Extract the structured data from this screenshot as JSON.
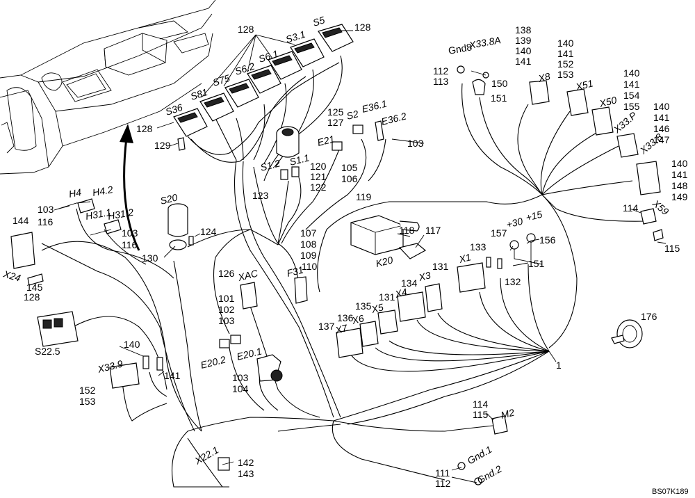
{
  "drawing_code": "BS07K189",
  "labels": {
    "l_128_top": "128",
    "l_s5": "S5",
    "l_s31": "S3.1",
    "l_s62": "S6.2",
    "l_s61": "S6.1",
    "l_s75": "S75",
    "l_s81": "S81",
    "l_s36": "S36",
    "l_128_s5": "128",
    "l_128_left": "128",
    "l_129": "129",
    "l_125": "125",
    "l_127": "127",
    "l_s2": "S2",
    "l_e361": "E36.1",
    "l_e362": "E36.2",
    "l_103_e": "103",
    "l_e21": "E21",
    "l_105": "105",
    "l_106": "106",
    "l_s12": "S1.2",
    "l_s11": "S1.1",
    "l_120": "120",
    "l_121": "121",
    "l_122": "122",
    "l_123": "123",
    "l_gnd8": "Gnd8",
    "l_x338a": "X33.8A",
    "l_112_t": "112",
    "l_113_t": "113",
    "l_150": "150",
    "l_151_t": "151",
    "l_138": "138",
    "l_139": "139",
    "l_140_a": "140",
    "l_141_a": "141",
    "l_x8": "X8",
    "l_140_b": "140",
    "l_141_b": "141",
    "l_152_b": "152",
    "l_153_b": "153",
    "l_x51": "X51",
    "l_140_c": "140",
    "l_141_c": "141",
    "l_154": "154",
    "l_155": "155",
    "l_x50": "X50",
    "l_140_d": "140",
    "l_141_d": "141",
    "l_146": "146",
    "l_147": "147",
    "l_x33p": "X33.P",
    "l_x338": "X33.8",
    "l_140_e": "140",
    "l_141_e": "141",
    "l_148": "148",
    "l_149": "149",
    "l_x59": "X59",
    "l_114_r": "114",
    "l_115_r": "115",
    "l_h4": "H4",
    "l_h42": "H4.2",
    "l_103_h": "103",
    "l_116_h": "116",
    "l_h31": "H31.1",
    "l_h312": "H31.2",
    "l_103_h3": "103",
    "l_116_h3": "116",
    "l_144": "144",
    "l_x24": "X24",
    "l_145": "145",
    "l_s20": "S20",
    "l_124": "124",
    "l_130": "130",
    "l_119": "119",
    "l_118": "118",
    "l_117": "117",
    "l_k20": "K20",
    "l_107": "107",
    "l_108": "108",
    "l_109": "109",
    "l_110": "110",
    "l_f31": "F31",
    "l_157": "157",
    "l_30": "+30",
    "l_15": "+15",
    "l_156": "156",
    "l_133": "133",
    "l_x1": "X1",
    "l_131_a": "131",
    "l_151_b": "151",
    "l_132": "132",
    "l_134": "134",
    "l_x3": "X3",
    "l_131_b": "131",
    "l_x4": "X4",
    "l_135": "135",
    "l_x5": "X5",
    "l_136": "136",
    "l_x6": "X6",
    "l_137": "137",
    "l_x7": "X7",
    "l_1": "1",
    "l_126": "126",
    "l_xac": "XAC",
    "l_101": "101",
    "l_102": "102",
    "l_103_m": "103",
    "l_e202": "E20.2",
    "l_e201": "E20.1",
    "l_103_b": "103",
    "l_104": "104",
    "l_128_s22": "128",
    "l_s225": "S22.5",
    "l_140_x339": "140",
    "l_141_x339": "141",
    "l_x339": "X33.9",
    "l_152": "152",
    "l_153": "153",
    "l_176": "176",
    "l_114_m2": "114",
    "l_115_m2": "115",
    "l_m2": "M2",
    "l_x221": "X22.1",
    "l_142": "142",
    "l_143": "143",
    "l_gnd1": "Gnd.1",
    "l_gnd2": "Gnd.2",
    "l_111": "111",
    "l_112_b": "112"
  }
}
